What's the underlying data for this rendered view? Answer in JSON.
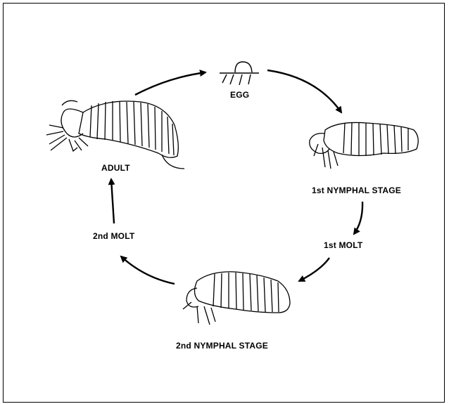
{
  "diagram": {
    "stages": {
      "egg": "EGG",
      "first_nymph": "1st NYMPHAL STAGE",
      "first_molt": "1st MOLT",
      "second_nymph": "2nd NYMPHAL STAGE",
      "second_molt": "2nd MOLT",
      "adult": "ADULT"
    }
  }
}
